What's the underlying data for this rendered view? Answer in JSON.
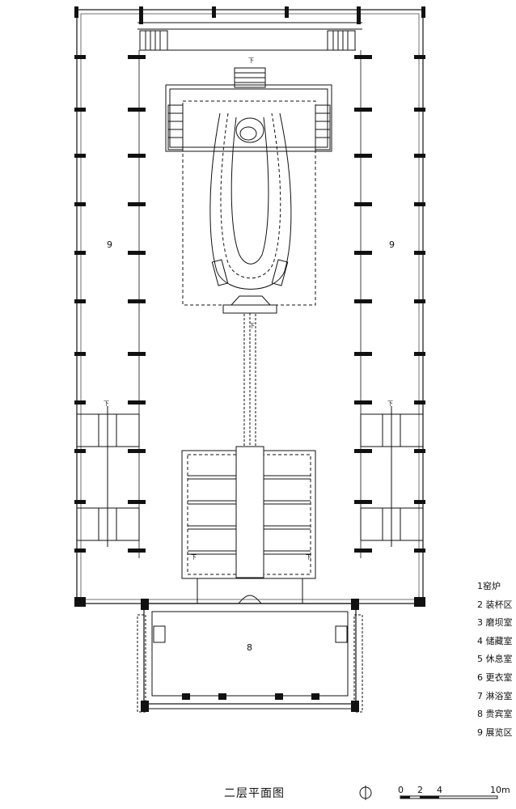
{
  "room_labels": {
    "exhibit_west": "9",
    "exhibit_east": "9",
    "vip_room": "8"
  },
  "legend": [
    {
      "num": "1",
      "name": "窑炉"
    },
    {
      "num": "2",
      "name": "装杯区"
    },
    {
      "num": "3",
      "name": "磨坝室"
    },
    {
      "num": "4",
      "name": "储藏室"
    },
    {
      "num": "5",
      "name": "休息室"
    },
    {
      "num": "6",
      "name": "更衣室"
    },
    {
      "num": "7",
      "name": "淋浴室"
    },
    {
      "num": "8",
      "name": "贵宾室"
    },
    {
      "num": "9",
      "name": "展览区"
    }
  ],
  "title": "二层平面图",
  "scale_bar": {
    "labels": [
      "0",
      "2",
      "4",
      "10m"
    ]
  },
  "stair_marks": [
    "下",
    "下",
    "下",
    "下",
    "下",
    "下"
  ],
  "colors": {
    "line": "#111111",
    "background": "#ffffff"
  }
}
